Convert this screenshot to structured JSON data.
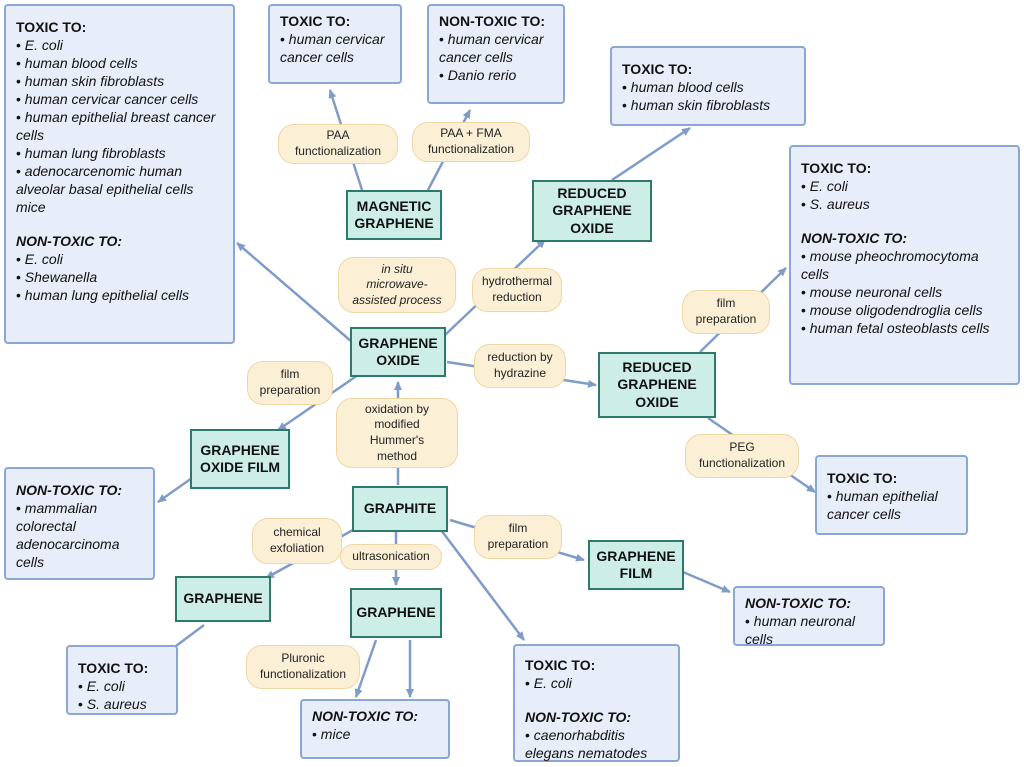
{
  "colors": {
    "node_fill": "#cdeee7",
    "node_border": "#2d7a6b",
    "label_fill": "#fbf0d6",
    "box_fill": "#e7eefa",
    "box_border": "#8aa6d3",
    "arrow": "#7f9cc9"
  },
  "nodes": {
    "graphite": "GRAPHITE",
    "graphene_oxide": [
      "GRAPHENE",
      "OXIDE"
    ],
    "magnetic_graphene": [
      "MAGNETIC",
      "GRAPHENE"
    ],
    "rgo_top": [
      "REDUCED",
      "GRAPHENE",
      "OXIDE"
    ],
    "rgo_mid": [
      "REDUCED",
      "GRAPHENE",
      "OXIDE"
    ],
    "go_film": [
      "GRAPHENE",
      "OXIDE FILM"
    ],
    "graphene_left": "GRAPHENE",
    "graphene_center": "GRAPHENE",
    "graphene_film": [
      "GRAPHENE",
      "FILM"
    ]
  },
  "labels": {
    "paa": [
      "PAA",
      "functionalization"
    ],
    "paa_fma": [
      "PAA + FMA",
      "functionalization"
    ],
    "in_situ": [
      "in situ",
      "microwave-",
      "assisted process"
    ],
    "hydrothermal": [
      "hydrothermal",
      "reduction"
    ],
    "film_prep_right": [
      "film",
      "preparation"
    ],
    "reduction_hydrazine": [
      "reduction by",
      "hydrazine"
    ],
    "peg": [
      "PEG",
      "functionalization"
    ],
    "film_prep_left": [
      "film",
      "preparation"
    ],
    "oxidation": [
      "oxidation by",
      "modified",
      "Hummer's",
      "method"
    ],
    "chem_exfol": [
      "chemical",
      "exfoliation"
    ],
    "ultrasonication": "ultrasonication",
    "film_prep_bottom": [
      "film",
      "preparation"
    ],
    "pluronic": [
      "Pluronic",
      "functionalization"
    ]
  },
  "boxes": {
    "left_big": {
      "toxic_title": "TOXIC TO:",
      "toxic": [
        "E. coli",
        "human blood cells",
        "human skin fibroblasts",
        "human cervicar cancer cells",
        "human epithelial  breast cancer cells",
        "human lung fibroblasts",
        "adenocarcenomic human alveolar basal epithelial cells mice"
      ],
      "nontoxic_title": "NON-TOXIC TO:",
      "nontoxic": [
        "E. coli",
        "Shewanella",
        "human lung epithelial cells"
      ]
    },
    "top_toxic": {
      "title": "TOXIC TO:",
      "items": [
        "human cervicar cancer cells"
      ]
    },
    "top_nontoxic": {
      "title": "NON-TOXIC TO:",
      "items": [
        "human cervicar cancer cells",
        "Danio rerio"
      ]
    },
    "top_right": {
      "title": "TOXIC TO:",
      "items": [
        "human blood cells",
        "human skin fibroblasts"
      ]
    },
    "right_big": {
      "toxic_title": "TOXIC TO:",
      "toxic": [
        "E. coli",
        "S. aureus"
      ],
      "nontoxic_title": "NON-TOXIC TO:",
      "nontoxic": [
        "mouse pheochromocytoma cells",
        "mouse neuronal cells",
        "mouse oligodendroglia cells",
        "human fetal osteoblasts cells"
      ]
    },
    "right_small": {
      "title": "TOXIC TO:",
      "items": [
        "human epithelial cancer cells"
      ]
    },
    "left_mid": {
      "title": "NON-TOXIC TO:",
      "items": [
        "mammalian colorectal adenocarcinoma cells"
      ]
    },
    "bottom_right": {
      "title": "NON-TOXIC TO:",
      "items": [
        "human neuronal cells"
      ]
    },
    "bottom_left": {
      "title": "TOXIC TO:",
      "items": [
        "E. coli",
        "S. aureus"
      ]
    },
    "bottom_center": {
      "title": "NON-TOXIC TO:",
      "items": [
        "mice"
      ]
    },
    "bottom_mid": {
      "toxic_title": "TOXIC TO:",
      "toxic": [
        "E. coli"
      ],
      "nontoxic_title": "NON-TOXIC TO:",
      "nontoxic": [
        "caenorhabditis elegans nematodes"
      ]
    }
  }
}
